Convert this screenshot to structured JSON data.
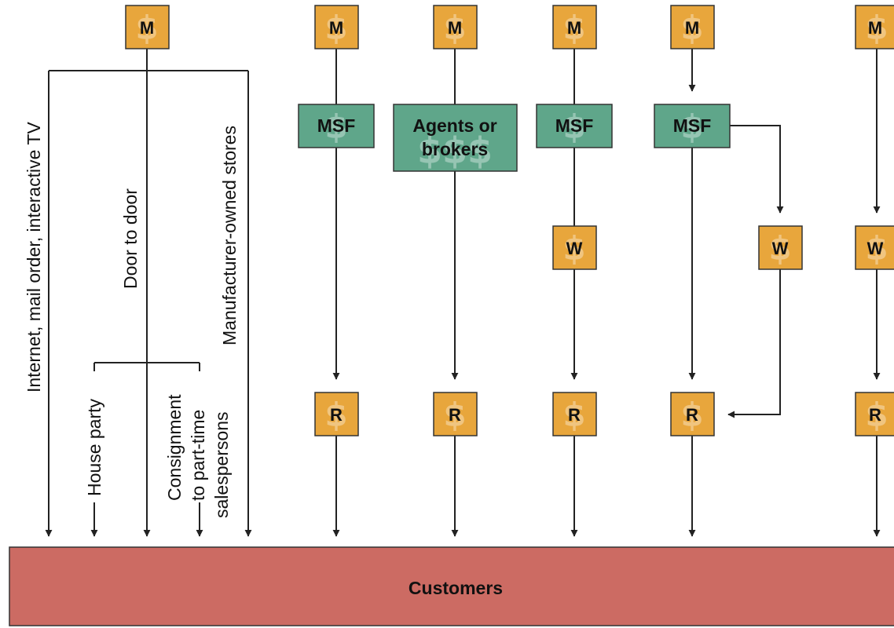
{
  "colors": {
    "orange": "#e8a63c",
    "green": "#5fa68a",
    "customers": "#cc6b63",
    "line": "#222222"
  },
  "labels": {
    "manufacturer": "M",
    "wholesaler": "W",
    "retailer": "R",
    "msf": "MSF",
    "agents_line1": "Agents or",
    "agents_line2": "brokers",
    "customers": "Customers",
    "internet": "Internet, mail order, interactive TV",
    "door": "Door to door",
    "stores": "Manufacturer-owned stores",
    "house_party": "House party",
    "consign_line1": "Consignment",
    "consign_line2": "to part-time",
    "consign_line3": "salespersons"
  },
  "icons": {
    "background_symbol": "dollar-sign"
  }
}
